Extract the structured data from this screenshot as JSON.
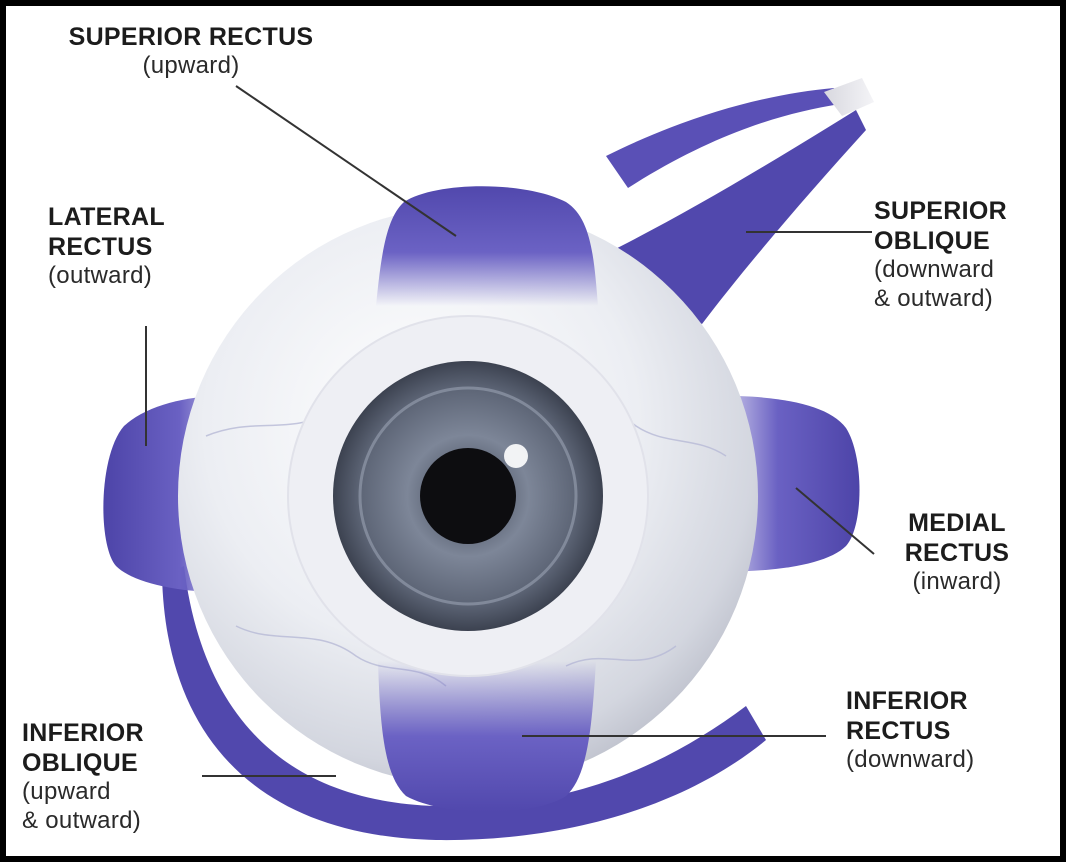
{
  "labels": {
    "superior_rectus": {
      "name_lines": [
        "SUPERIOR RECTUS"
      ],
      "action_lines": [
        "(upward)"
      ]
    },
    "lateral_rectus": {
      "name_lines": [
        "LATERAL",
        "RECTUS"
      ],
      "action_lines": [
        "(outward)"
      ]
    },
    "superior_oblique": {
      "name_lines": [
        "SUPERIOR",
        "OBLIQUE"
      ],
      "action_lines": [
        "(downward",
        "& outward)"
      ]
    },
    "medial_rectus": {
      "name_lines": [
        "MEDIAL",
        "RECTUS"
      ],
      "action_lines": [
        "(inward)"
      ]
    },
    "inferior_rectus": {
      "name_lines": [
        "INFERIOR",
        "RECTUS"
      ],
      "action_lines": [
        "(downward)"
      ]
    },
    "inferior_oblique": {
      "name_lines": [
        "INFERIOR",
        "OBLIQUE"
      ],
      "action_lines": [
        "(upward",
        "& outward)"
      ]
    }
  },
  "colors": {
    "muscle": "#5b50b4",
    "muscle_dark": "#3f3690",
    "sclera": "#ecedf1",
    "iris": "#6c7384",
    "pupil": "#0d0d10",
    "leader_line": "#333333",
    "frame": "#000000",
    "background": "#ffffff"
  }
}
